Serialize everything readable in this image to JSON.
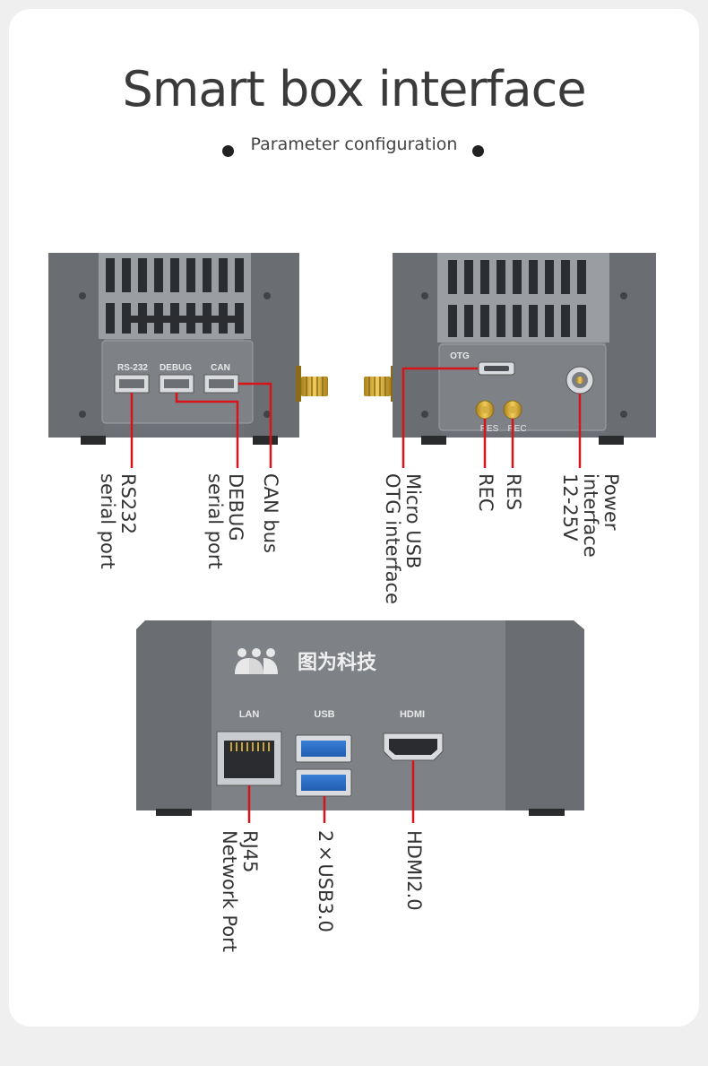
{
  "header": {
    "title": "Smart box interface",
    "subtitle": "Parameter configuration"
  },
  "device_left": {
    "port_labels": [
      "RS-232",
      "DEBUG",
      "CAN"
    ]
  },
  "device_right": {
    "otg_label": "OTG",
    "res_label": "RES",
    "rec_label": "REC"
  },
  "device_bottom": {
    "brand": "图为科技",
    "port_labels": [
      "LAN",
      "USB",
      "HDMI"
    ]
  },
  "callouts": {
    "rs232": [
      "RS232",
      "serial port"
    ],
    "debug": [
      "DEBUG",
      "serial port"
    ],
    "can": [
      "CAN bus"
    ],
    "otg": [
      "Micro USB",
      "OTG interface"
    ],
    "rec": [
      "REC"
    ],
    "res": [
      "RES"
    ],
    "power": [
      "Power",
      "interface",
      "12-25V"
    ],
    "rj45": [
      "RJ45",
      "Network Port"
    ],
    "usb": [
      "2×USB3.0"
    ],
    "hdmi": [
      "HDMI2.0"
    ]
  },
  "colors": {
    "callout_line": "#d8141b",
    "case_dark": "#5d6064",
    "case_mid": "#7a7e83",
    "case_light": "#a8acb1"
  }
}
